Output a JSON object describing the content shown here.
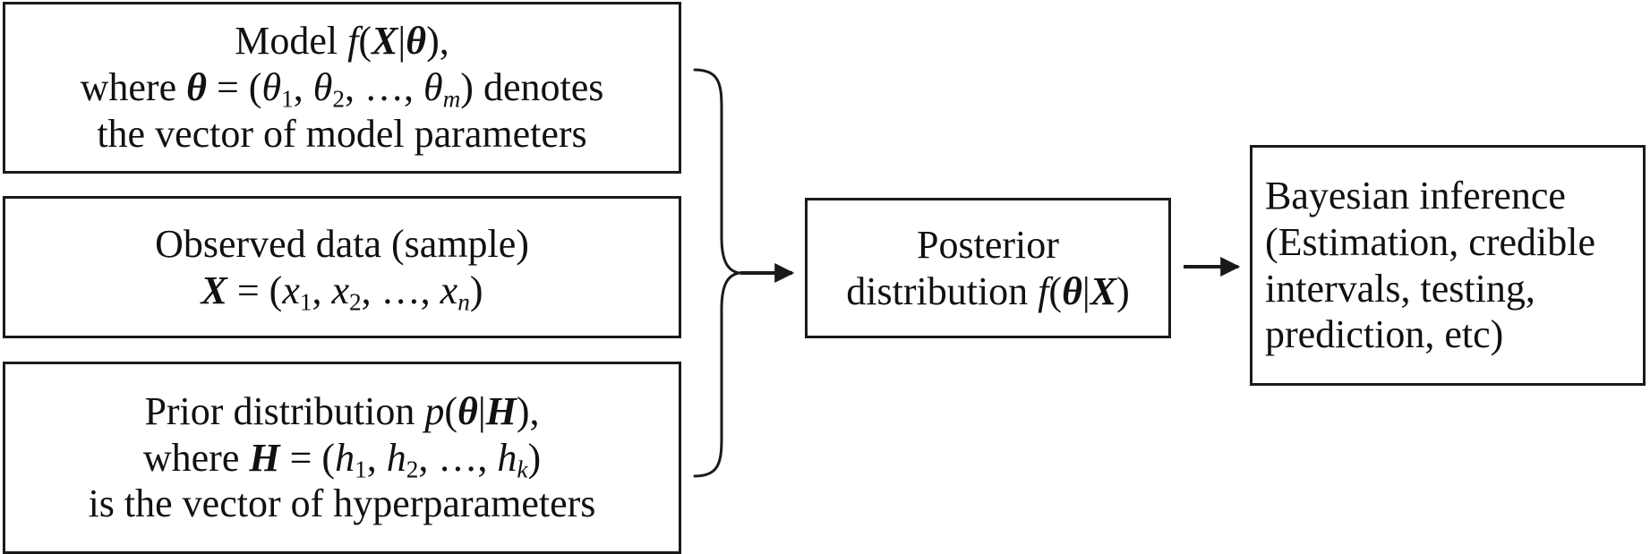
{
  "model_box": {
    "line1_text": "Model ",
    "line1_math": "f",
    "line1_open": "(",
    "line1_X": "X",
    "line1_bar": "|",
    "line1_theta": "θ",
    "line1_close": "),",
    "line2_text": "where ",
    "line2_theta": "θ",
    "line2_eq": " = (",
    "line2_t1": "θ",
    "line2_s1": "1",
    "line2_c1": ", ",
    "line2_t2": "θ",
    "line2_s2": "2",
    "line2_c2": ", …, ",
    "line2_tm": "θ",
    "line2_sm": "m",
    "line2_end": ") denotes",
    "line3_text": "the vector of model parameters"
  },
  "observed_box": {
    "line1_text": "Observed data (sample)",
    "line2_X": "X",
    "line2_eq": " = (",
    "line2_x1": "x",
    "line2_s1": "1",
    "line2_c1": ", ",
    "line2_x2": "x",
    "line2_s2": "2",
    "line2_c2": ", …, ",
    "line2_xn": "x",
    "line2_sn": "n",
    "line2_end": ")"
  },
  "prior_box": {
    "line1_text": "Prior distribution ",
    "line1_p": "p",
    "line1_open": "(",
    "line1_theta": "θ",
    "line1_bar": "|",
    "line1_H": "H",
    "line1_close": "),",
    "line2_text": "where ",
    "line2_H": "H",
    "line2_eq": " = (",
    "line2_h1": "h",
    "line2_s1": "1",
    "line2_c1": ", ",
    "line2_h2": "h",
    "line2_s2": "2",
    "line2_c2": ", …, ",
    "line2_hk": "h",
    "line2_sk": "k",
    "line2_end": ")",
    "line3_text": "is the vector of hyperparameters"
  },
  "posterior_box": {
    "line1_text": "Posterior",
    "line2_text": "distribution ",
    "line2_f": "f",
    "line2_open": "(",
    "line2_theta": "θ",
    "line2_bar": "|",
    "line2_X": "X",
    "line2_close": ")"
  },
  "bayes_box": {
    "line1_text": "Bayesian inference",
    "line2_text": "(Estimation, credible",
    "line3_text": "intervals, testing,",
    "line4_text": "prediction, etc)"
  },
  "colors": {
    "line": "#1a1a1a",
    "background": "#ffffff"
  }
}
